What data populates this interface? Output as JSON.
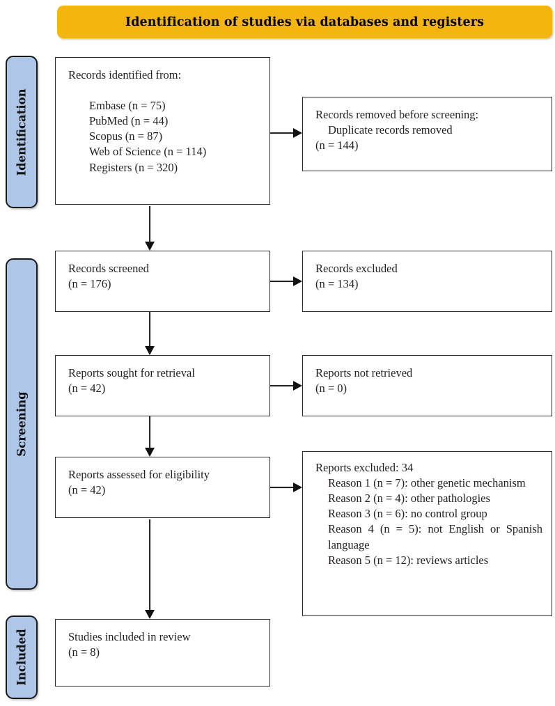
{
  "banner": {
    "title": "Identification of studies via databases and registers",
    "color": "#F5B50F"
  },
  "stages": {
    "color": "#AEC7E8",
    "identification": "Identification",
    "screening": "Screening",
    "included": "Included"
  },
  "boxes": {
    "identified": {
      "head": "Records identified from:",
      "sources": [
        "Embase (n = 75)",
        "PubMed (n = 44)",
        "Scopus (n = 87)",
        "Web of Science (n = 114)",
        "Registers (n = 320)"
      ]
    },
    "removed": {
      "line1": "Records removed before screening:",
      "line2": "Duplicate records removed",
      "line3": "(n = 144)"
    },
    "screened": {
      "line1": "Records screened",
      "line2": "(n = 176)"
    },
    "excluded": {
      "line1": "Records excluded",
      "line2": "(n = 134)"
    },
    "sought": {
      "line1": "Reports sought for retrieval",
      "line2": "(n = 42)"
    },
    "not_retrieved": {
      "line1": "Reports not retrieved",
      "line2": "(n = 0)"
    },
    "assessed": {
      "line1": "Reports assessed for eligibility",
      "line2": "(n = 42)"
    },
    "reports_excluded": {
      "head": "Reports excluded: 34",
      "reasons": [
        "Reason 1 (n = 7): other genetic mechanism",
        "Reason 2 (n = 4): other pathologies",
        "Reason 3 (n = 6): no control group",
        "Reason 4 (n = 5): not English or Spanish language",
        "Reason 5 (n = 12): reviews articles"
      ]
    },
    "included": {
      "line1": "Studies included in review",
      "line2": "(n = 8)"
    }
  }
}
